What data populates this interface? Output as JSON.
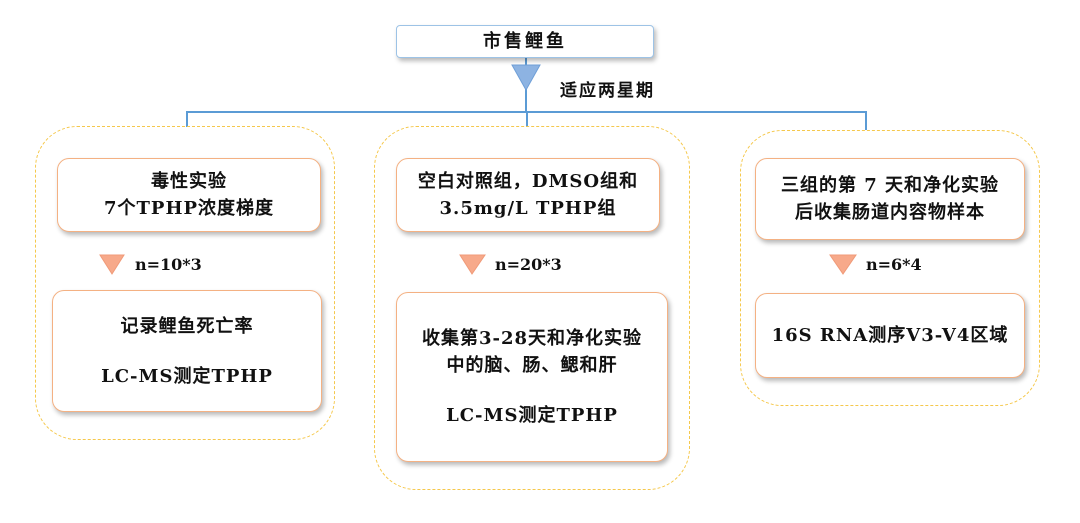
{
  "top_node": {
    "label": "市售鲤鱼"
  },
  "acclimation": {
    "label": "适应两星期"
  },
  "colors": {
    "connector": "#5b9bd5",
    "box_border": "#f4b183",
    "container_border": "#f5c84c",
    "top_border": "#9dc3e6",
    "orange_arrow": "#f7a98a",
    "blue_arrow": "#8db3e2"
  },
  "columns": [
    {
      "setup": [
        "毒性实验",
        "7个TPHP浓度梯度"
      ],
      "sample_size": "n=10*3",
      "analysis": [
        "记录鲤鱼死亡率"
      ],
      "method": "LC-MS测定TPHP"
    },
    {
      "setup": [
        "空白对照组，DMSO组和",
        "3.5mg/L TPHP组"
      ],
      "sample_size": "n=20*3",
      "analysis": [
        "收集第3-28天和净化实验",
        "中的脑、肠、鳃和肝"
      ],
      "method": "LC-MS测定TPHP"
    },
    {
      "setup": [
        "三组的第 7 天和净化实验",
        "后收集肠道内容物样本"
      ],
      "sample_size": "n=6*4",
      "analysis": [
        "16S RNA测序V3-V4区域"
      ]
    }
  ]
}
